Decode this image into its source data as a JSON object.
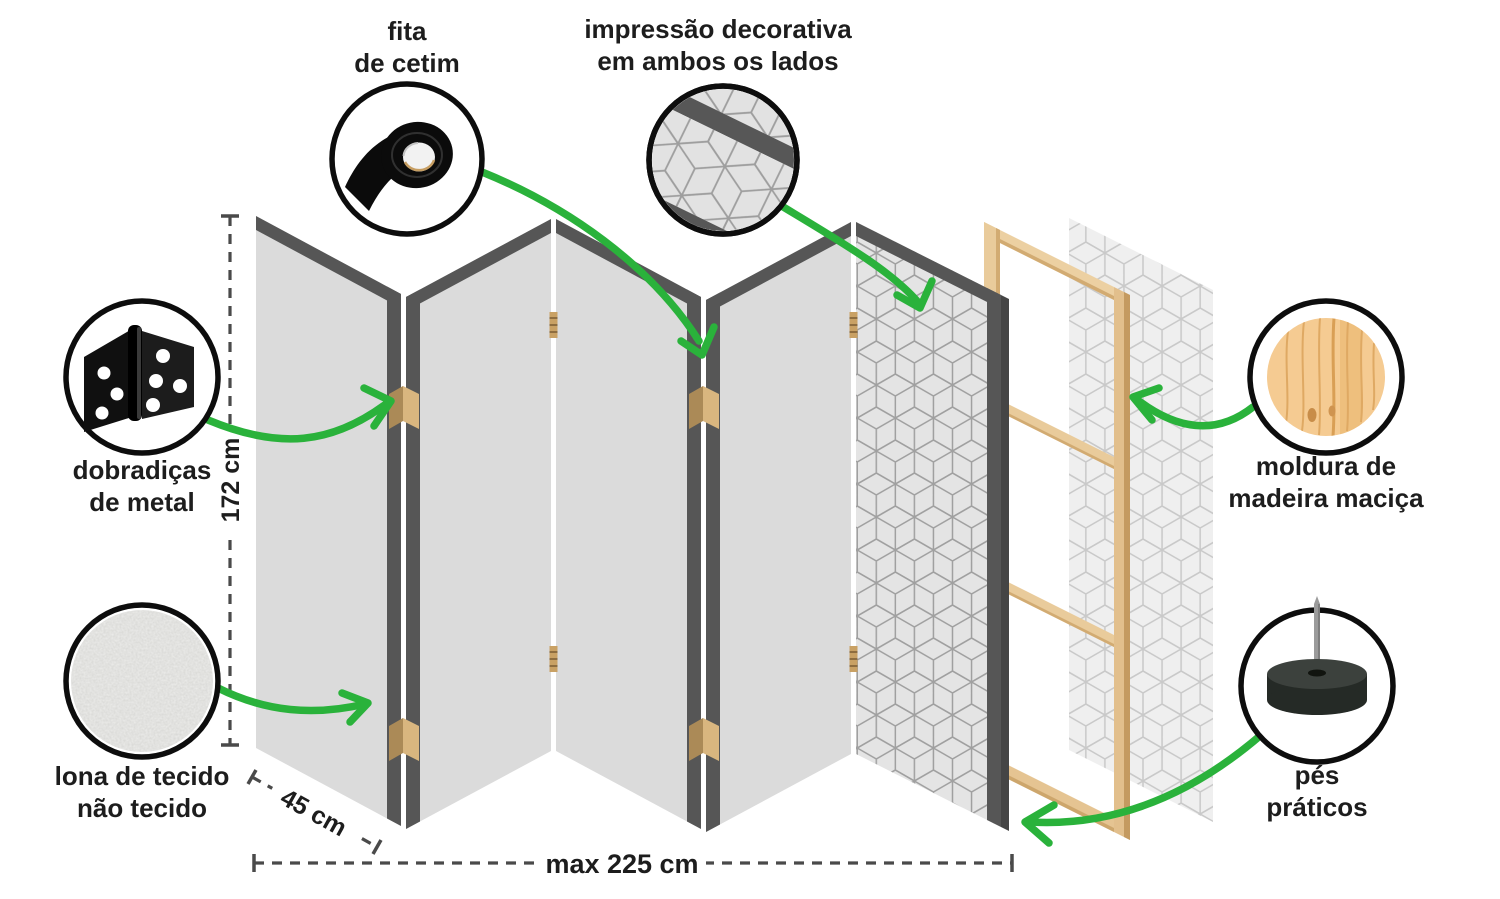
{
  "callouts": {
    "satin_tape": {
      "line1": "fita",
      "line2": "de cetim"
    },
    "decorative_print": {
      "line1": "impressão decorativa",
      "line2": "em ambos os lados"
    },
    "metal_hinges": {
      "line1": "dobradiças",
      "line2": "de metal"
    },
    "nonwoven_canvas": {
      "line1": "lona de tecido",
      "line2": "não tecido"
    },
    "wood_frame": {
      "line1": "moldura de",
      "line2": "madeira maciça"
    },
    "practical_feet": {
      "line1": "pés",
      "line2": "práticos"
    }
  },
  "dimensions": {
    "height": "172 cm",
    "panel_width": "45 cm",
    "max_width": "max 225 cm"
  },
  "icons": [
    "tape-roll-icon",
    "print-sample-icon",
    "metal-hinge-icon",
    "fabric-texture-icon",
    "wood-texture-icon",
    "foot-pin-icon"
  ],
  "colors": {
    "accent_green": "#2ab23b",
    "panel_gray": "#dbdbdb",
    "edge_gray": "#565656",
    "pattern_line_gray": "#a0a0a0",
    "wood_light": "#e9cb9b",
    "wood_dark": "#c9a266",
    "hinge_tan": "#d9b67f",
    "dash_gray": "#4a4a4a",
    "text_black": "#1d1d1d"
  }
}
